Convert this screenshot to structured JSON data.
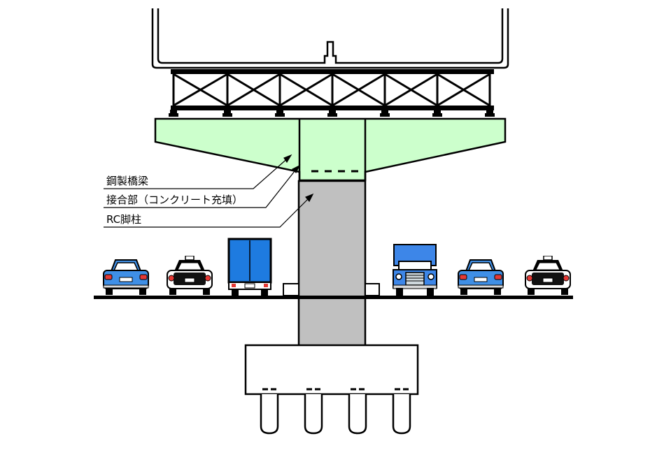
{
  "labels": {
    "steel_girder": "鋼製橋梁",
    "joint": "接合部（コンクリート充填）",
    "rc_pier": "RC脚柱"
  },
  "colors": {
    "crossbeam_fill": "#ccffcc",
    "pier_fill": "#c0c0c0",
    "car_blue": "#3f8fe6",
    "truck_blue": "#3d86e8",
    "stroke": "#000000"
  },
  "icons": {
    "vehicles": [
      "sedan-icon",
      "taxi-icon",
      "box-truck-icon",
      "truck-icon",
      "sedan-icon",
      "taxi-icon"
    ]
  }
}
